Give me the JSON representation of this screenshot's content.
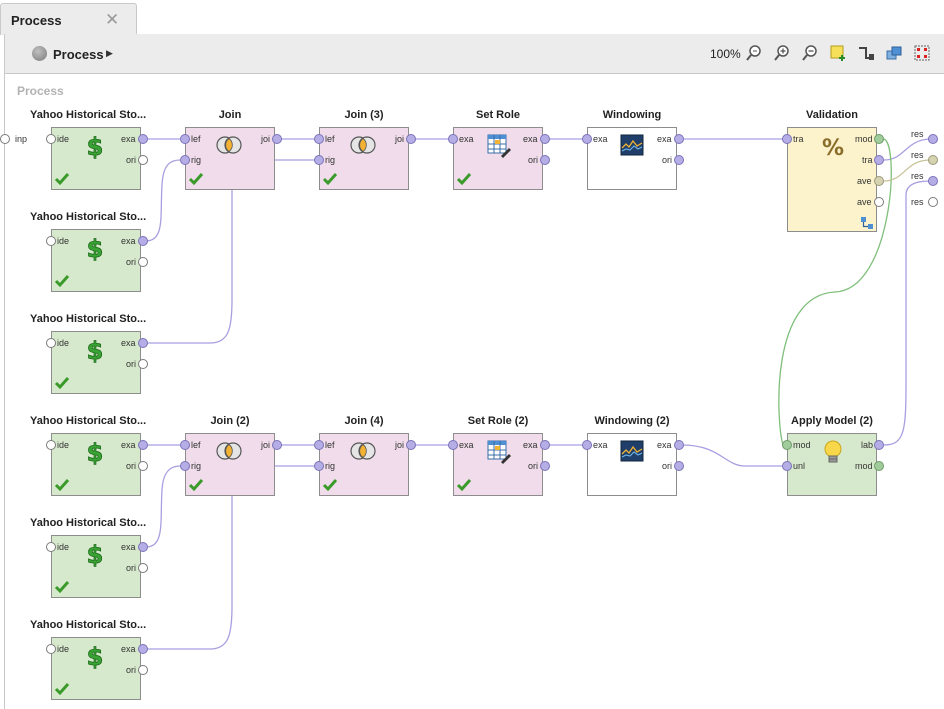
{
  "tab": {
    "title": "Process",
    "close_glyph": "✕"
  },
  "breadcrumb": {
    "label": "Process",
    "arrow": "▶"
  },
  "toolbar": {
    "zoom": "100%"
  },
  "canvas_label": "Process",
  "process_input_port": "inp",
  "result_ports": [
    "res",
    "res",
    "res",
    "res"
  ],
  "operators": [
    {
      "id": "yhs1",
      "title": "Yahoo Historical Sto...",
      "in": [
        "ide"
      ],
      "out": [
        "exa",
        "ori"
      ],
      "status": "ok"
    },
    {
      "id": "yhs2",
      "title": "Yahoo Historical Sto...",
      "in": [
        "ide"
      ],
      "out": [
        "exa",
        "ori"
      ],
      "status": "ok"
    },
    {
      "id": "yhs3",
      "title": "Yahoo Historical Sto...",
      "in": [
        "ide"
      ],
      "out": [
        "exa",
        "ori"
      ],
      "status": "ok"
    },
    {
      "id": "yhs4",
      "title": "Yahoo Historical Sto...",
      "in": [
        "ide"
      ],
      "out": [
        "exa",
        "ori"
      ],
      "status": "ok"
    },
    {
      "id": "yhs5",
      "title": "Yahoo Historical Sto...",
      "in": [
        "ide"
      ],
      "out": [
        "exa",
        "ori"
      ],
      "status": "ok"
    },
    {
      "id": "yhs6",
      "title": "Yahoo Historical Sto...",
      "in": [
        "ide"
      ],
      "out": [
        "exa",
        "ori"
      ],
      "status": "ok"
    },
    {
      "id": "join1",
      "title": "Join",
      "in": [
        "lef",
        "rig"
      ],
      "out": [
        "joi"
      ],
      "status": "ok"
    },
    {
      "id": "join3",
      "title": "Join (3)",
      "in": [
        "lef",
        "rig"
      ],
      "out": [
        "joi"
      ],
      "status": "ok"
    },
    {
      "id": "setrole1",
      "title": "Set Role",
      "in": [
        "exa"
      ],
      "out": [
        "exa",
        "ori"
      ],
      "status": "ok"
    },
    {
      "id": "window1",
      "title": "Windowing",
      "in": [
        "exa"
      ],
      "out": [
        "exa",
        "ori"
      ],
      "status": "none"
    },
    {
      "id": "validation",
      "title": "Validation",
      "in": [
        "tra"
      ],
      "out": [
        "mod",
        "tra",
        "ave",
        "ave"
      ],
      "status": "none"
    },
    {
      "id": "join2",
      "title": "Join (2)",
      "in": [
        "lef",
        "rig"
      ],
      "out": [
        "joi"
      ],
      "status": "ok"
    },
    {
      "id": "join4",
      "title": "Join (4)",
      "in": [
        "lef",
        "rig"
      ],
      "out": [
        "joi"
      ],
      "status": "ok"
    },
    {
      "id": "setrole2",
      "title": "Set Role (2)",
      "in": [
        "exa"
      ],
      "out": [
        "exa",
        "ori"
      ],
      "status": "ok"
    },
    {
      "id": "window2",
      "title": "Windowing (2)",
      "in": [
        "exa"
      ],
      "out": [
        "exa",
        "ori"
      ],
      "status": "none"
    },
    {
      "id": "apply",
      "title": "Apply Model (2)",
      "in": [
        "mod",
        "unl"
      ],
      "out": [
        "lab",
        "mod"
      ],
      "status": "none"
    }
  ],
  "colors": {
    "data_loader": "#d7e9cc",
    "blending": "#f0dcea",
    "modeling": "#fcf3cc",
    "wire_data": "#a89fe0",
    "wire_model": "#7fbf7a",
    "check": "#3a9a2a"
  },
  "icons": {
    "loader": "dollar-icon",
    "join": "join-circles-icon",
    "setrole": "table-pencil-icon",
    "windowing": "window-chart-icon",
    "validation": "percent-icon",
    "apply": "lightbulb-icon",
    "status": "checkmark-icon"
  }
}
